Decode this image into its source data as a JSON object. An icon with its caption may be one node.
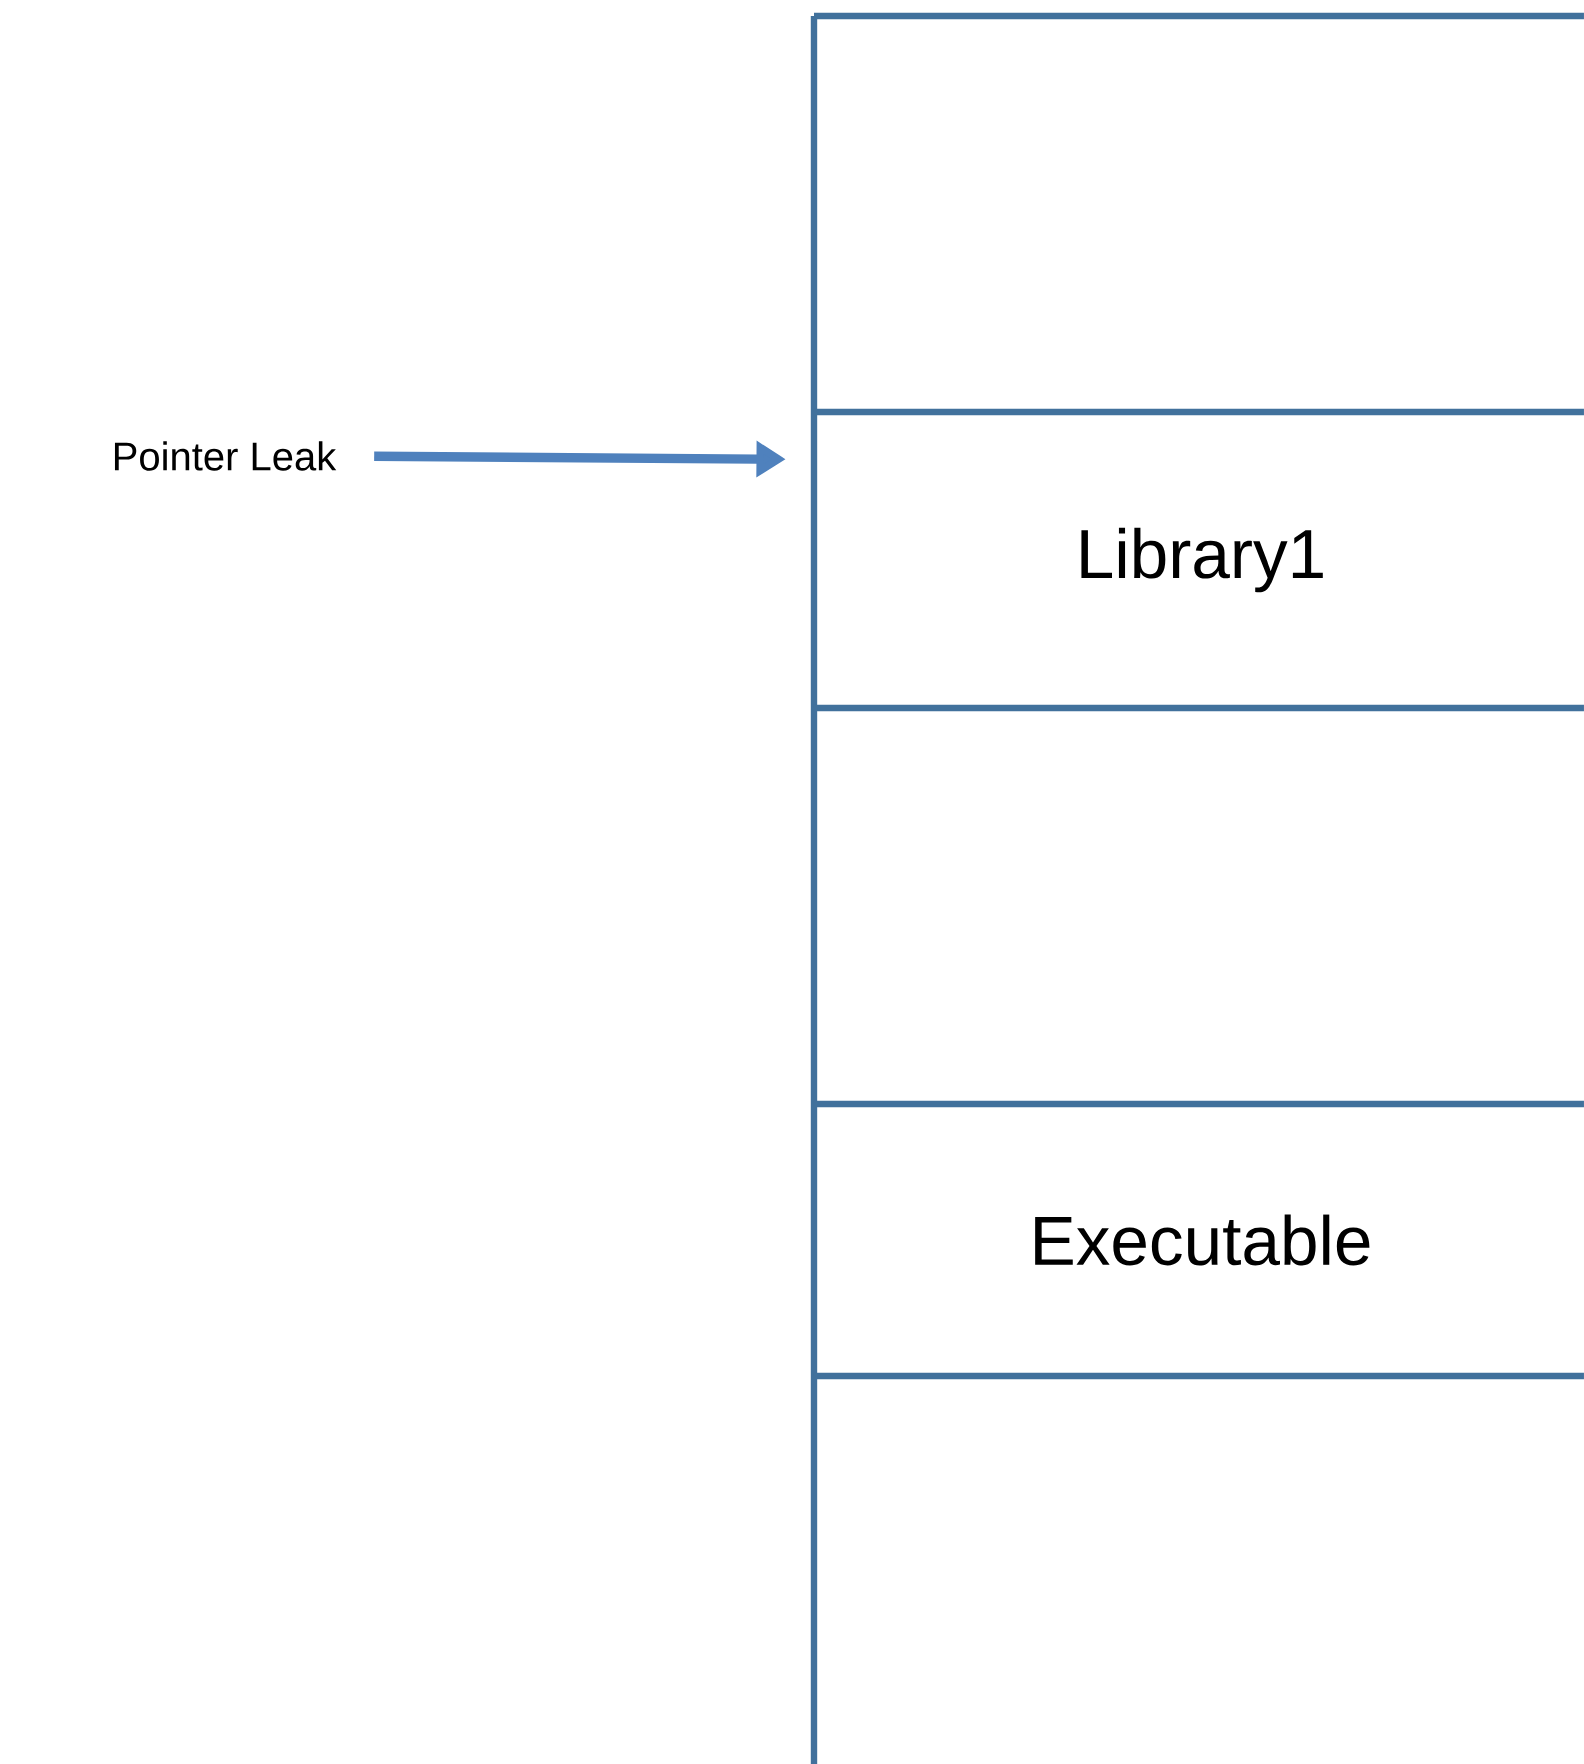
{
  "diagram": {
    "nodes": [
      {
        "text": [],
        "shape": "box"
      },
      {
        "text": [
          "Pointer Leak"
        ]
      },
      {
        "text": [
          "Library1"
        ]
      },
      {
        "text": [],
        "shape": "box"
      },
      {
        "text": [
          "Executable"
        ]
      },
      {
        "text": [],
        "shape": "box"
      }
    ],
    "edges": [
      {
        "from": 1,
        "to": 2,
        "arrow": "to"
      }
    ]
  }
}
